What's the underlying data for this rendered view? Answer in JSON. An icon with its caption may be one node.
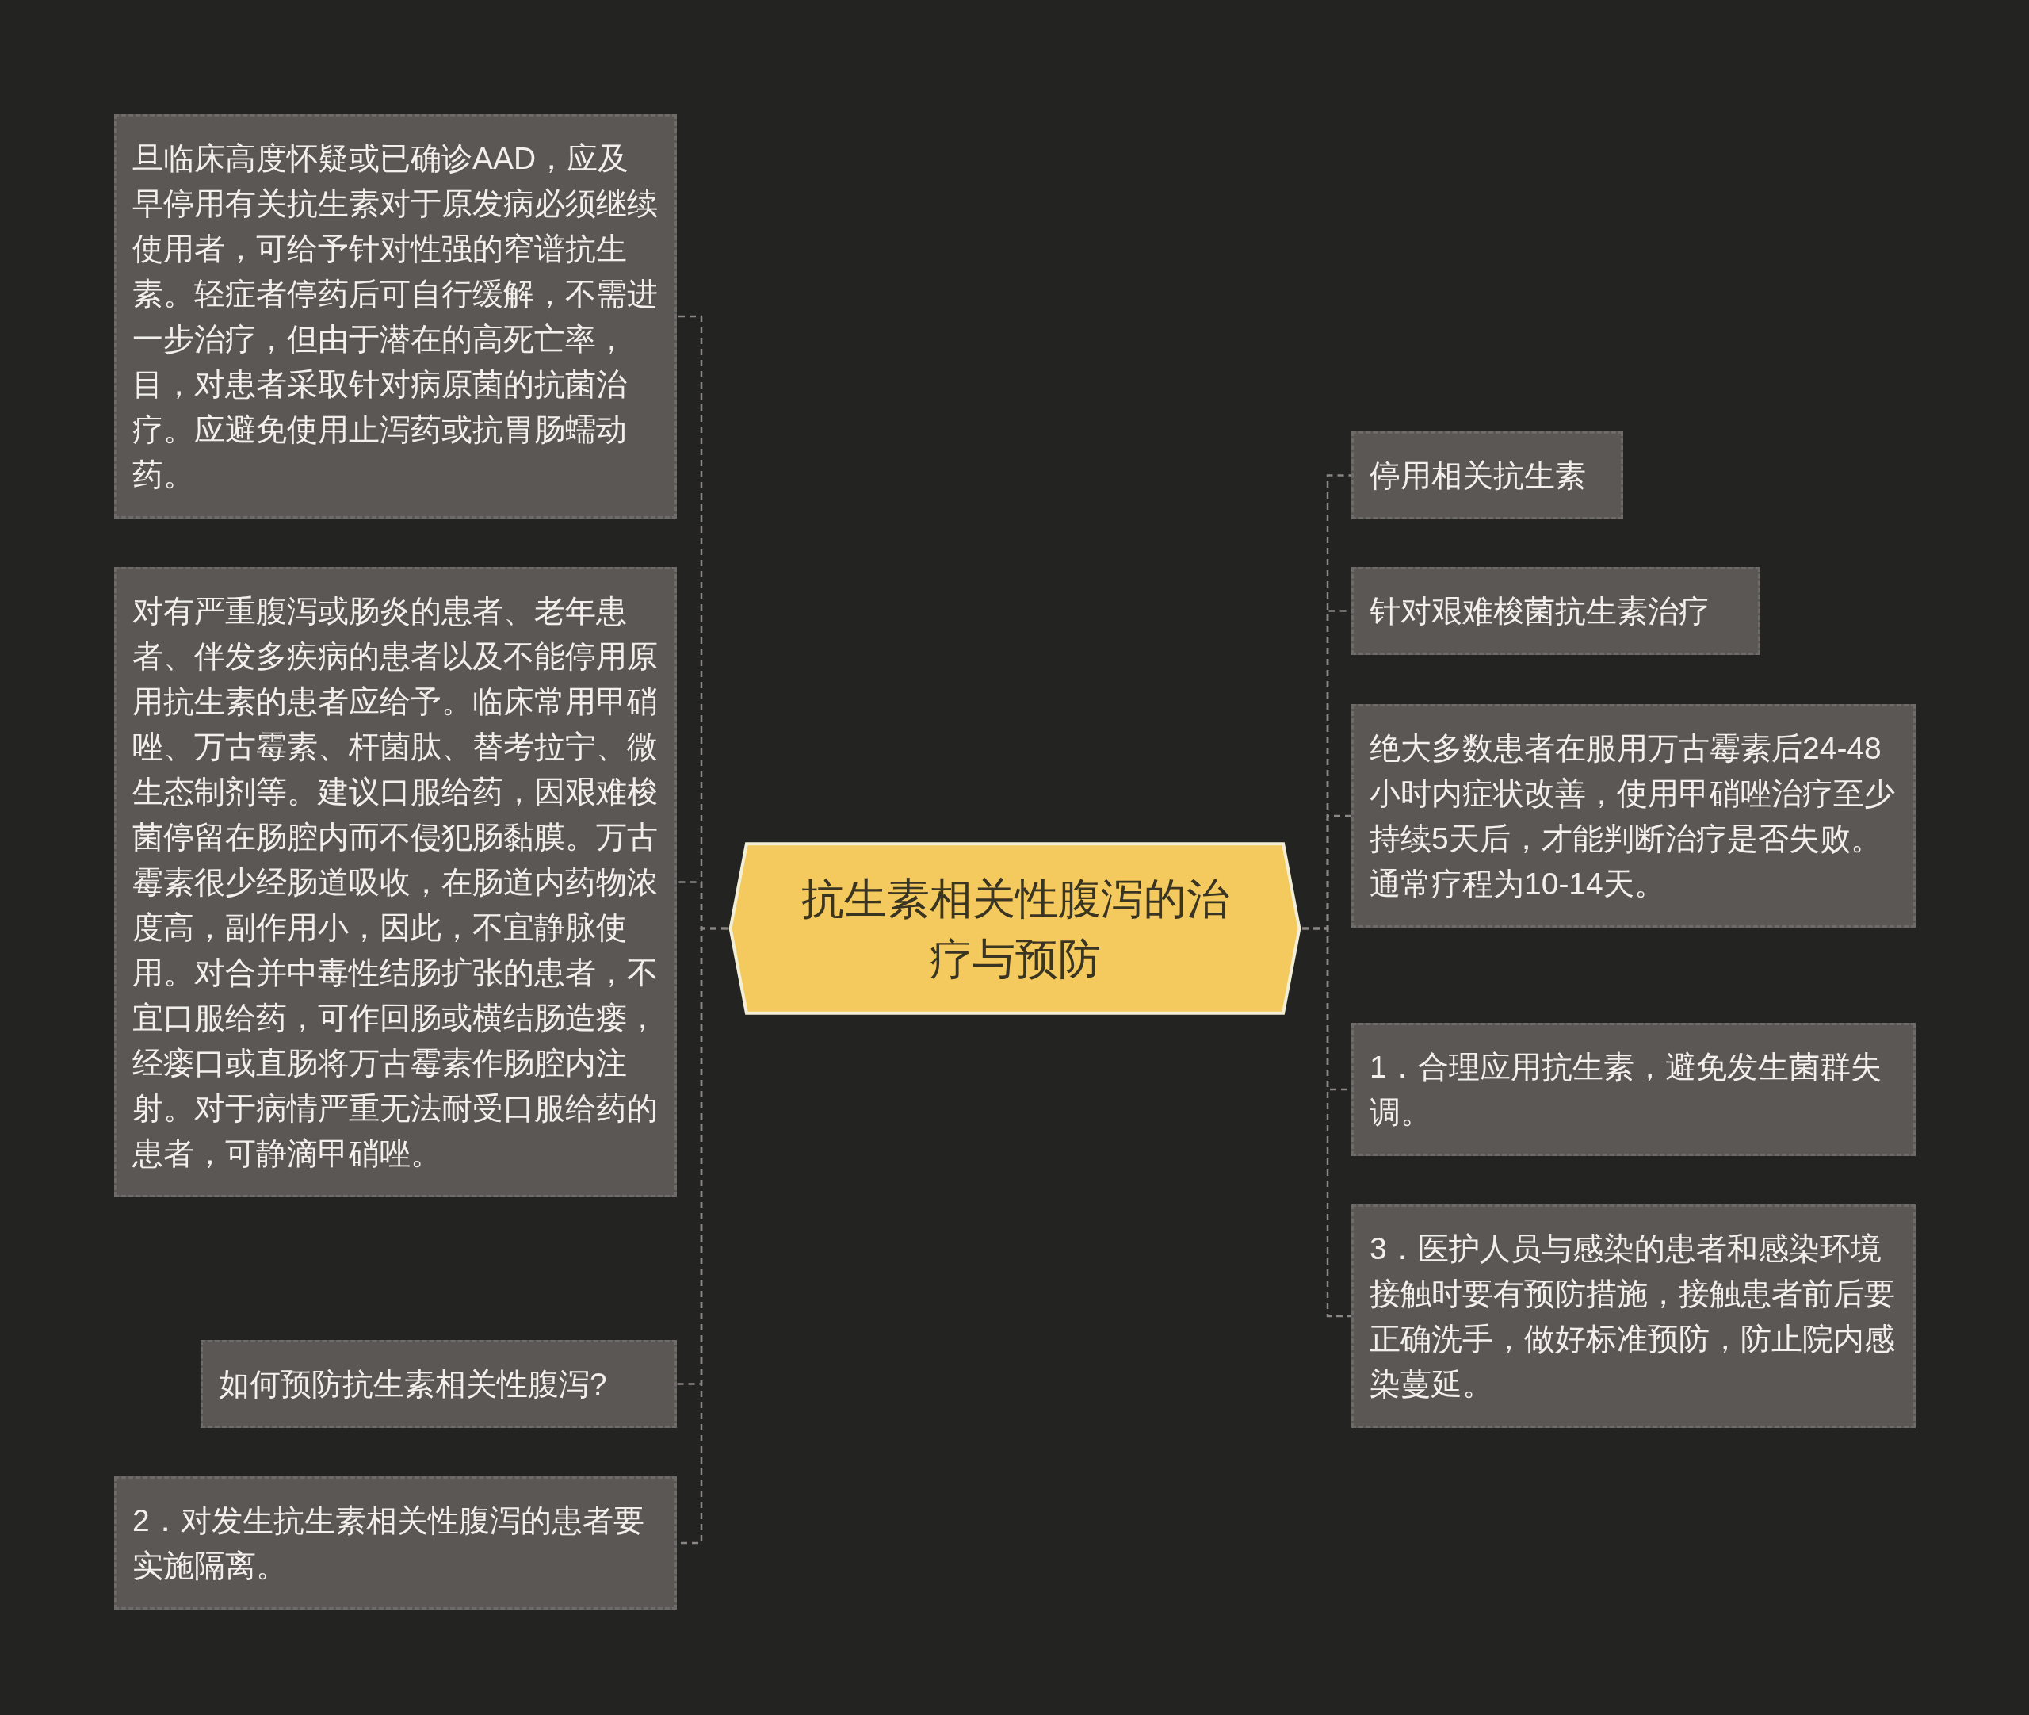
{
  "diagram": {
    "nodes": [
      {
        "text": [
          "抗生素相关性腹泻的治疗与预防"
        ]
      },
      {
        "text": [
          "旦临床高度怀疑或已确诊AAD，应及早停用有关抗生素对于原发病必须继续使用者，可给予针对性强的窄谱抗生素。轻症者停药后可自行缓解，不需进一步治疗，但由于潜在的高死亡率，目，对患者采取针对病原菌的抗菌治疗。应避免使用止泻药或抗胃肠蠕动药。"
        ]
      },
      {
        "text": [
          "对有严重腹泻或肠炎的患者、老年患者、伴发多疾病的患者以及不能停用原用抗生素的患者应给予。临床常用甲硝唑、万古霉素、杆菌肽、替考拉宁、微生态制剂等。建议口服给药，因艰难梭菌停留在肠腔内而不侵犯肠黏膜。万古霉素很少经肠道吸收，在肠道内药物浓度高，副作用小，因此，不宜静脉使用。对合并中毒性结肠扩张的患者，不宜口服给药，可作回肠或横结肠造瘘，经瘘口或直肠将万古霉素作肠腔内注射。对于病情严重无法耐受口服给药的患者，可静滴甲硝唑。"
        ]
      },
      {
        "text": [
          "如何预防抗生素相关性腹泻?"
        ]
      },
      {
        "text": [
          "2．对发生抗生素相关性腹泻的患者要实施隔离。"
        ]
      },
      {
        "text": [
          "停用相关抗生素"
        ]
      },
      {
        "text": [
          "针对艰难梭菌抗生素治疗"
        ]
      },
      {
        "text": [
          "绝大多数患者在服用万古霉素后24-48小时内症状改善，使用甲硝唑治疗至少持续5天后，才能判断治疗是否失败。通常疗程为10-14天。"
        ]
      },
      {
        "text": [
          "1．合理应用抗生素，避免发生菌群失调。"
        ]
      },
      {
        "text": [
          "3．医护人员与感染的患者和感染环境接触时要有预防措施，接触患者前后要正确洗手，做好标准预防，防止院内感染蔓延。"
        ]
      }
    ],
    "edges": [
      {
        "from": 0,
        "to": 1,
        "arrow": "none",
        "style": "dashed"
      },
      {
        "from": 0,
        "to": 2,
        "arrow": "none",
        "style": "dashed"
      },
      {
        "from": 0,
        "to": 3,
        "arrow": "none",
        "style": "dashed"
      },
      {
        "from": 0,
        "to": 4,
        "arrow": "none",
        "style": "dashed"
      },
      {
        "from": 0,
        "to": 5,
        "arrow": "none",
        "style": "dashed"
      },
      {
        "from": 0,
        "to": 6,
        "arrow": "none",
        "style": "dashed"
      },
      {
        "from": 0,
        "to": 7,
        "arrow": "none",
        "style": "dashed"
      },
      {
        "from": 0,
        "to": 8,
        "arrow": "none",
        "style": "dashed"
      },
      {
        "from": 0,
        "to": 9,
        "arrow": "none",
        "style": "dashed"
      }
    ]
  }
}
